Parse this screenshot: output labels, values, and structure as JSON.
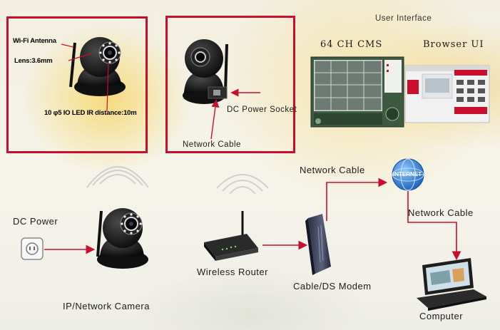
{
  "labels": {
    "user_interface": "User Interface",
    "cms": "64 CH CMS",
    "browser_ui": "Browser UI",
    "wifi_antenna": "Wi-Fi Antenna",
    "lens": "Lens:3.6mm",
    "led": "10 φ5 IO LED  IR distance:10m",
    "dc_power_socket": "DC Power Socket",
    "network_cable_left": "Network Cable",
    "network_cable_top": "Network Cable",
    "network_cable_right": "Network Cable",
    "internet": "INTERNET",
    "dc_power": "DC Power",
    "wireless_router": "Wireless Router",
    "cable_modem": "Cable/DS Modem",
    "ip_camera": "IP/Network Camera",
    "computer": "Computer"
  },
  "colors": {
    "highlight_border": "#c8102e",
    "arrow": "#c8102e",
    "camera_body": "#151515",
    "globe": "#2a78d6"
  },
  "icons": [
    "camera-icon",
    "router-icon",
    "modem-icon",
    "globe-icon",
    "laptop-icon",
    "power-socket-icon",
    "cms-screen-icon",
    "browser-screen-icon",
    "wifi-signal-icon"
  ]
}
